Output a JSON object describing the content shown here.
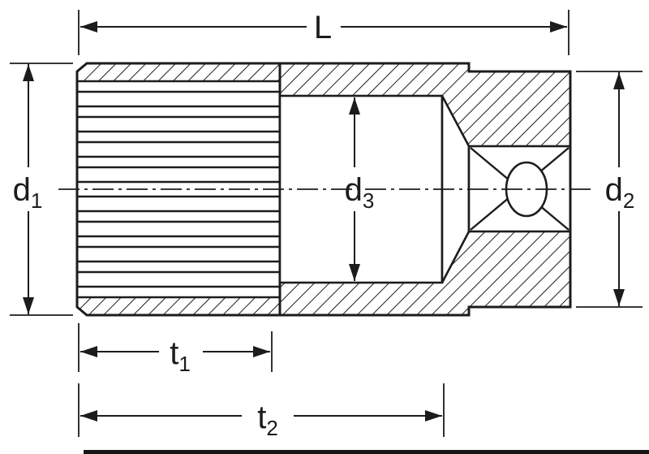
{
  "drawing": {
    "labels": {
      "L": {
        "base": "L",
        "sub": ""
      },
      "d1": {
        "base": "d",
        "sub": "1"
      },
      "d2": {
        "base": "d",
        "sub": "2"
      },
      "d3": {
        "base": "d",
        "sub": "3"
      },
      "t1": {
        "base": "t",
        "sub": "1"
      },
      "t2": {
        "base": "t",
        "sub": "2"
      }
    },
    "colors": {
      "line": "#1c1c1c",
      "background": "#ffffff"
    }
  }
}
